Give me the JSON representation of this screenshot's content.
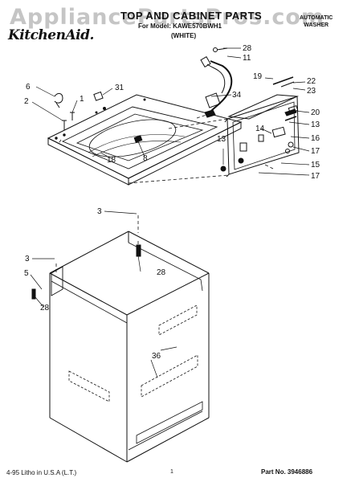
{
  "watermark": "AppliancePartsPros.com",
  "header": {
    "title": "TOP AND CABINET PARTS",
    "subtitle": "For Model: KAWE570BWH1",
    "color": "(WHITE)",
    "brand": "KitchenAid.",
    "product_line1": "AUTOMATIC",
    "product_line2": "WASHER"
  },
  "callouts": [
    "28",
    "11",
    "19",
    "22",
    "23",
    "6",
    "31",
    "1",
    "2",
    "34",
    "20",
    "13",
    "16",
    "14",
    "13",
    "17",
    "15",
    "17",
    "18",
    "8",
    "3",
    "28",
    "3",
    "5",
    "28",
    "36"
  ],
  "footer": {
    "litho": "4-95 Litho in U.S.A (L.T.)",
    "page": "1",
    "part_no": "Part No. 3946886"
  }
}
